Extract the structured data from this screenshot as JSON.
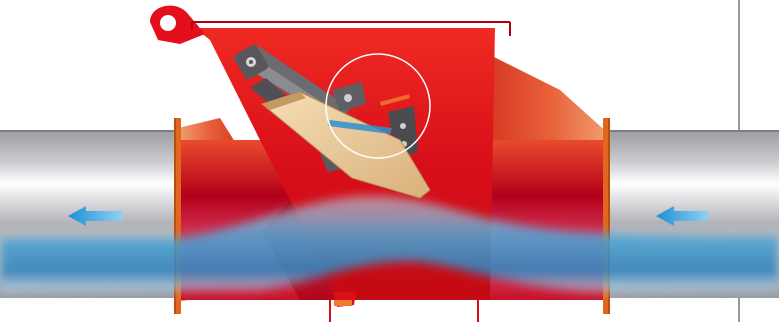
{
  "diagram": {
    "subject": "pinch-valve-flow-illustration",
    "components": [
      "inlet-pipe",
      "valve-body",
      "actuator-mechanism",
      "outlet-pipe",
      "flow"
    ],
    "colors": {
      "body_red": "#e3101b",
      "body_dark": "#b00010",
      "body_orange": "#e8603a",
      "pipe_grey": "#b9b8bd",
      "flow_blue": "#4aa6d8",
      "arrow_blue": "#35a3df",
      "blade_tan": "#e9c99a",
      "mech_grey": "#5e5e62"
    },
    "flow_arrows": [
      {
        "name": "left-flow-arrow",
        "direction": "left"
      },
      {
        "name": "right-flow-arrow",
        "direction": "left"
      }
    ]
  }
}
